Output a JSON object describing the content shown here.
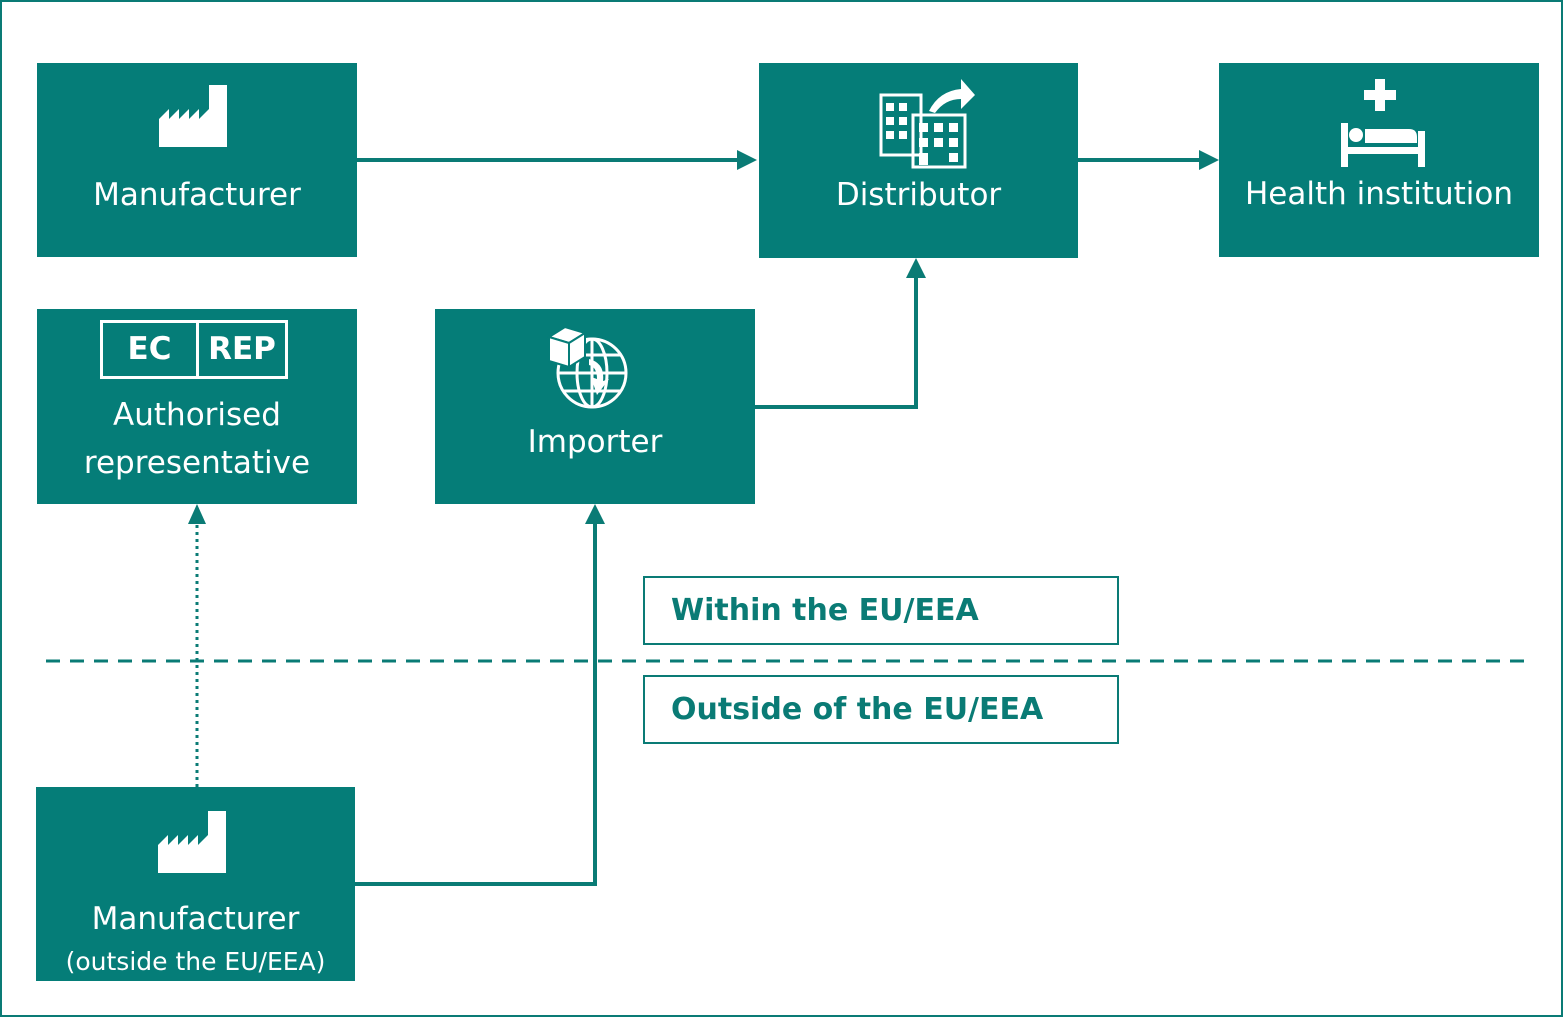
{
  "nodes": {
    "manufacturer": {
      "label": "Manufacturer"
    },
    "distributor": {
      "label": "Distributor"
    },
    "health_institution": {
      "label": "Health institution"
    },
    "authorised_rep": {
      "label_line1": "Authorised",
      "label_line2": "representative",
      "badge_left": "EC",
      "badge_right": "REP"
    },
    "importer": {
      "label": "Importer"
    },
    "manufacturer_outside": {
      "label": "Manufacturer",
      "sublabel": "(outside the EU/EEA)"
    }
  },
  "regions": {
    "within": "Within the EU/EEA",
    "outside": "Outside of the EU/EEA"
  },
  "colors": {
    "primary": "#057d78",
    "line": "#0a7b75",
    "text_on_primary": "#ffffff"
  }
}
